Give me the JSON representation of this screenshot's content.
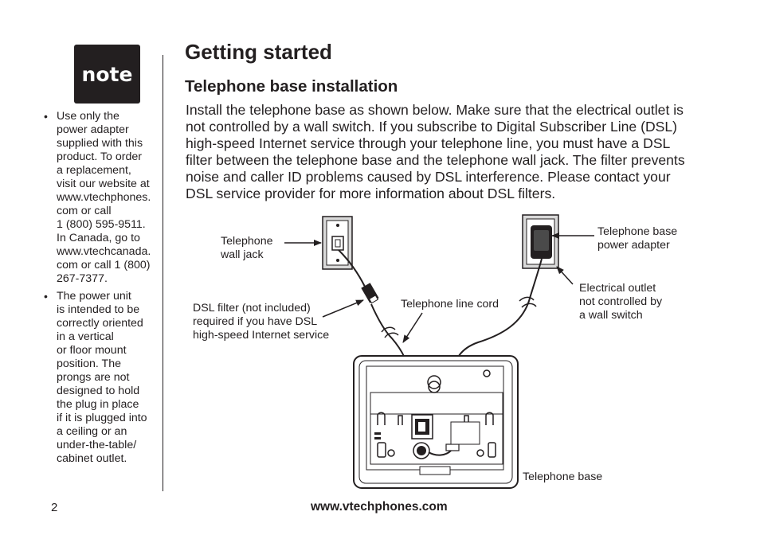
{
  "note_badge": "note",
  "sidebar_notes": [
    {
      "lines": [
        "Use only the",
        "power adapter",
        "supplied with this",
        "product. To order",
        "a replacement,",
        "visit our website at",
        "www.vtechphones.",
        "com or call",
        "1 (800) 595-9511.",
        "In Canada, go to",
        "www.vtechcanada.",
        "com or call 1 (800)",
        "267-7377."
      ]
    },
    {
      "lines": [
        "The power unit",
        "is intended to be",
        "correctly oriented",
        "in a vertical",
        "or floor mount",
        "position. The",
        "prongs are not",
        "designed to hold",
        "the plug in place",
        "if it is plugged into",
        "a ceiling or an",
        "under-the-table/",
        "cabinet outlet."
      ]
    }
  ],
  "page_title": "Getting started",
  "section_title": "Telephone base installation",
  "intro_lines": [
    "Install the telephone base as shown below. Make sure that the electrical outlet is",
    "not controlled by a wall switch. If you subscribe to Digital Subscriber Line (DSL)",
    "high-speed Internet service through your telephone line, you must have a DSL",
    "filter between the telephone base and the telephone wall jack. The filter prevents",
    "noise and caller ID problems caused by DSL interference. Please contact your",
    "DSL service provider for more information about DSL filters."
  ],
  "diagram_labels": {
    "wall_jack": [
      "Telephone",
      "wall jack"
    ],
    "dsl_filter": [
      "DSL filter (not included)",
      "required if you have DSL",
      "high-speed Internet service"
    ],
    "line_cord": [
      "Telephone line cord"
    ],
    "power_adapter": [
      "Telephone base",
      "power adapter"
    ],
    "outlet": [
      "Electrical outlet",
      "not controlled by",
      "a wall switch"
    ],
    "base": [
      "Telephone base"
    ]
  },
  "page_number": "2",
  "footer_url": "www.vtechphones.com"
}
